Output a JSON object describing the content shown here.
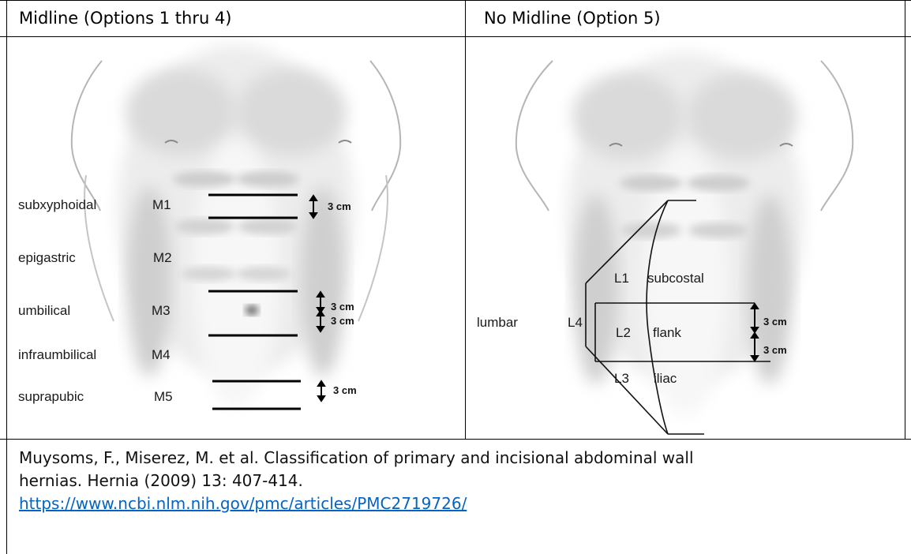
{
  "table": {
    "headers": {
      "left": "Midline (Options 1 thru 4)",
      "right": "No Midline (Option 5)"
    }
  },
  "midline": {
    "regions": [
      {
        "name": "subxyphoidal",
        "code": "M1"
      },
      {
        "name": "epigastric",
        "code": "M2"
      },
      {
        "name": "umbilical",
        "code": "M3"
      },
      {
        "name": "infraumbilical",
        "code": "M4"
      },
      {
        "name": "suprapubic",
        "code": "M5"
      }
    ],
    "dims": [
      "3 cm",
      "3 cm",
      "3 cm",
      "3 cm"
    ]
  },
  "lateral": {
    "regions": [
      {
        "name": "subcostal",
        "code": "L1"
      },
      {
        "name": "flank",
        "code": "L2"
      },
      {
        "name": "iliac",
        "code": "L3"
      },
      {
        "name": "lumbar",
        "code": "L4"
      }
    ],
    "dims": [
      "3 cm",
      "3 cm"
    ]
  },
  "citation": {
    "text_line1": "Muysoms, F., Miserez, M. et al. Classification of primary and incisional abdominal wall",
    "text_line2": "hernias. Hernia (2009) 13: 407-414.",
    "link": "https://www.ncbi.nlm.nih.gov/pmc/articles/PMC2719726/"
  }
}
